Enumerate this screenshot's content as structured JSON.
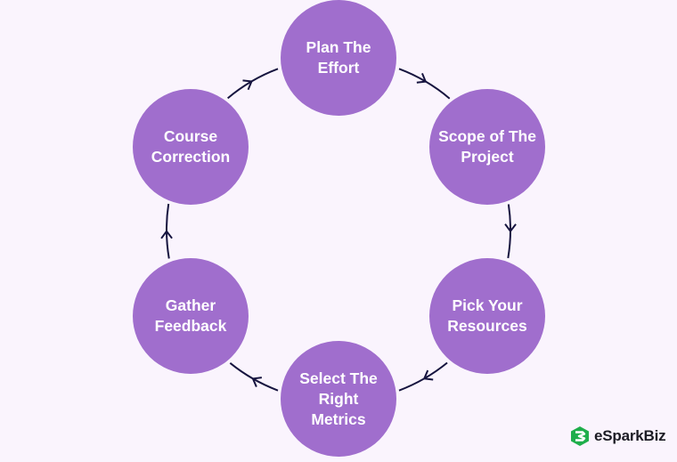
{
  "diagram": {
    "type": "cycle",
    "direction": "clockwise",
    "colors": {
      "node_fill": "#a06ecd",
      "node_text": "#ffffff",
      "connector": "#16143f",
      "background": "#faf4fd",
      "logo_green": "#1fae4b"
    },
    "steps": [
      {
        "label": "Plan The Effort"
      },
      {
        "label": "Scope of The Project"
      },
      {
        "label": "Pick Your Resources"
      },
      {
        "label": "Select The Right Metrics"
      },
      {
        "label": "Gather Feedback"
      },
      {
        "label": "Course Correction"
      }
    ]
  },
  "brand": {
    "name": "eSparkBiz",
    "icon": "esparkbiz-logo-icon"
  }
}
